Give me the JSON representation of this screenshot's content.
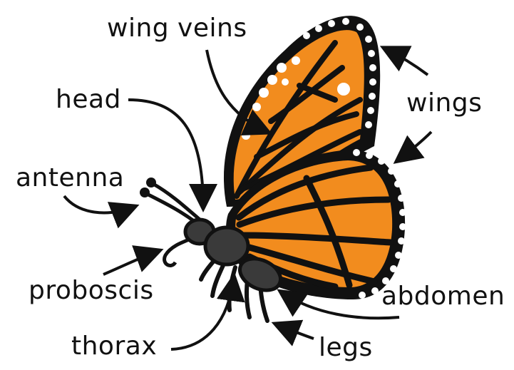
{
  "labels": {
    "wing_veins": "wing veins",
    "head": "head",
    "antenna": "antenna",
    "proboscis": "proboscis",
    "thorax": "thorax",
    "wings": "wings",
    "abdomen": "abdomen",
    "legs": "legs"
  },
  "colors": {
    "wing_orange": "#F28C1E",
    "outline_black": "#111111",
    "body_gray": "#3A3A3A",
    "spots_white": "#FFFFFF"
  }
}
